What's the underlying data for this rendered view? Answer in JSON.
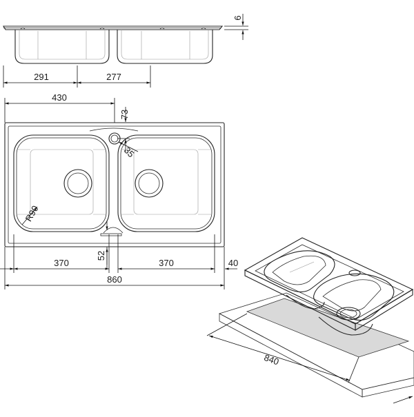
{
  "dimensions": {
    "rim_thickness": "6",
    "bowl_left_top": "291",
    "bowl_right_top": "277",
    "overall_left": "430",
    "tap_hole_offset": "73",
    "tap_hole_diameter": "35",
    "corner_radius": "R90",
    "bowl_gap": "52",
    "bowl_width_left": "370",
    "bowl_width_right": "370",
    "edge_offset": "40",
    "overall_width": "860",
    "cutout_width": "840"
  },
  "colors": {
    "line": "#222222",
    "worktop_side": "#c8c8c8",
    "cutout_fill": "#d9d9d9",
    "light_line": "#9a9a9a"
  }
}
